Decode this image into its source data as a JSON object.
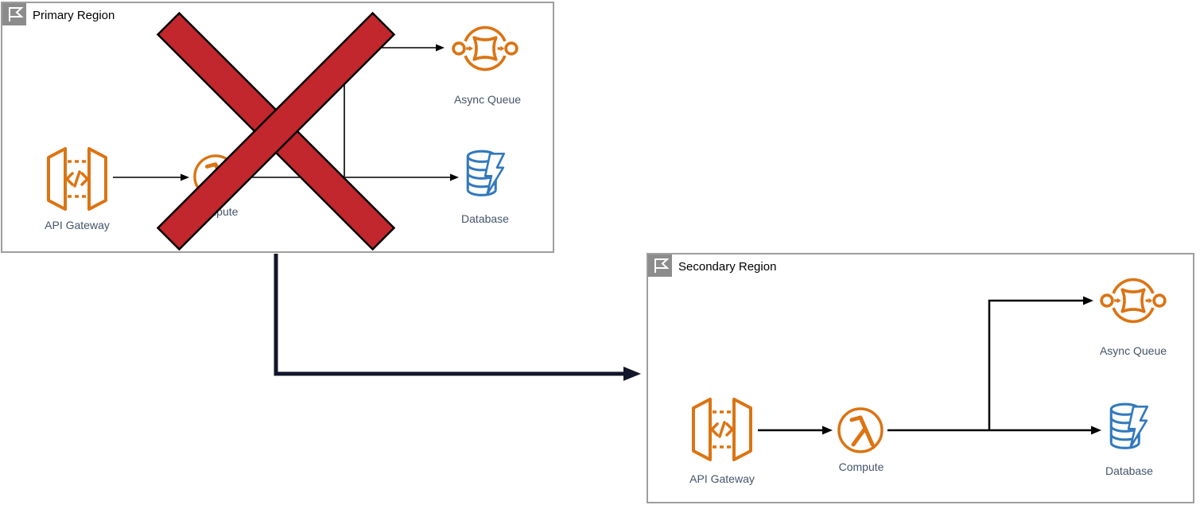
{
  "colors": {
    "orange": "#DB7413",
    "blue": "#3279BC",
    "label": "#44546A",
    "region_border": "#9E9E9E",
    "header_bg": "#8C8C8C",
    "cross_fill": "#C1272D",
    "cross_stroke": "#000000",
    "arrow": "#000000",
    "failover_arrow": "#13152A"
  },
  "regions": [
    {
      "title": "Primary Region",
      "crossed_out": true,
      "nodes": [
        {
          "label": "API Gateway"
        },
        {
          "label": "Compute"
        },
        {
          "label": "Async Queue"
        },
        {
          "label": "Database"
        }
      ]
    },
    {
      "title": "Secondary Region",
      "crossed_out": false,
      "nodes": [
        {
          "label": "API Gateway"
        },
        {
          "label": "Compute"
        },
        {
          "label": "Async Queue"
        },
        {
          "label": "Database"
        }
      ]
    }
  ],
  "connections": [
    {
      "region": "Primary Region",
      "from": "API Gateway",
      "to": "Compute"
    },
    {
      "region": "Primary Region",
      "from": "Compute",
      "to": "Database"
    },
    {
      "region": "Primary Region",
      "from": "Compute",
      "to": "Async Queue"
    },
    {
      "region": "Secondary Region",
      "from": "API Gateway",
      "to": "Compute"
    },
    {
      "region": "Secondary Region",
      "from": "Compute",
      "to": "Database"
    },
    {
      "region": "Secondary Region",
      "from": "Compute",
      "to": "Async Queue"
    },
    {
      "from": "Primary Region",
      "to": "Secondary Region",
      "type": "failover"
    }
  ]
}
